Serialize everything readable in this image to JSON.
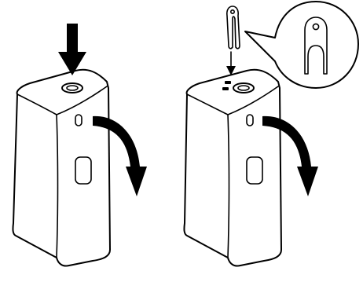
{
  "diagram": {
    "panels": [
      {
        "id": "left",
        "instruction": "press-button-and-rotate"
      },
      {
        "id": "right",
        "instruction": "press-with-pin-and-rotate"
      }
    ],
    "colors": {
      "line": "#000000",
      "fill": "#ffffff"
    },
    "icons": [
      "down-arrow-icon",
      "curved-arrow-icon",
      "pin-tool-icon",
      "pin-detail-icon"
    ]
  }
}
